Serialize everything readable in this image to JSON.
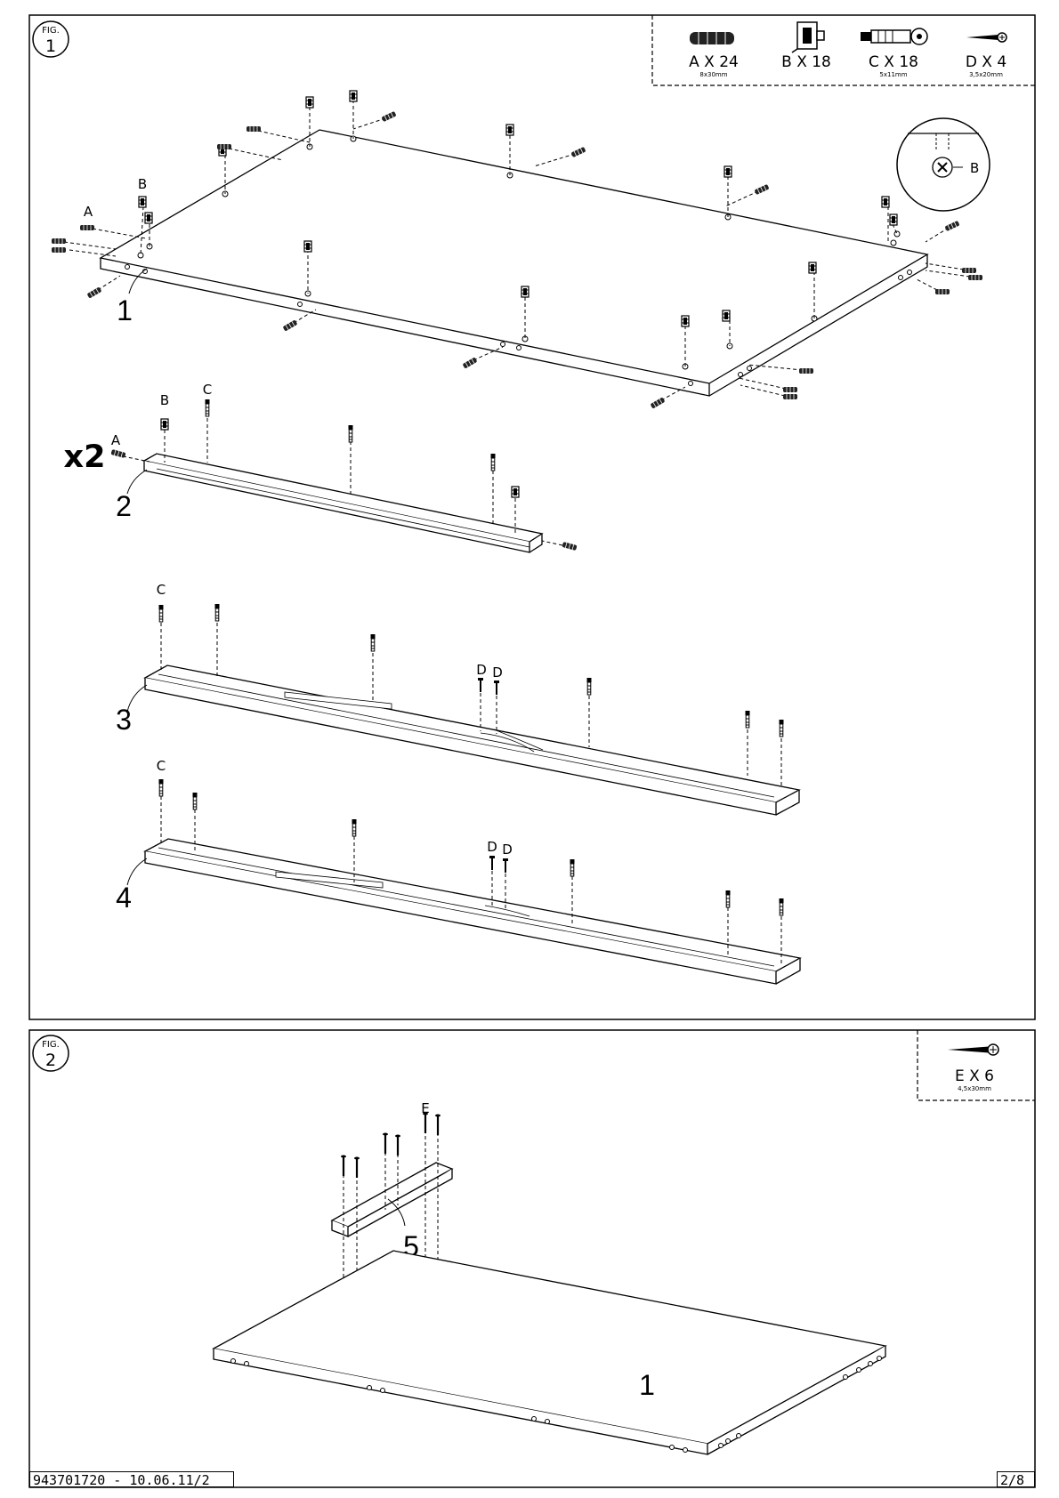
{
  "figures": [
    {
      "badge_top": "FIG.",
      "badge_number": "1",
      "hardware": [
        {
          "letter": "A",
          "qty_label": "A X 24",
          "size": "8x30mm",
          "icon": "wood-dowel-icon"
        },
        {
          "letter": "B",
          "qty_label": "B X 18",
          "size": "",
          "icon": "cam-lock-icon"
        },
        {
          "letter": "C",
          "qty_label": "C X 18",
          "size": "5x11mm",
          "icon": "cam-bolt-icon"
        },
        {
          "letter": "D",
          "qty_label": "D X 4",
          "size": "3,5x20mm",
          "icon": "screw-icon"
        }
      ],
      "detail_label": "B",
      "multiplier": "x2",
      "labels": {
        "a": "A",
        "b": "B",
        "c": "C",
        "d": "D"
      },
      "parts": [
        "1",
        "2",
        "3",
        "4"
      ]
    },
    {
      "badge_top": "FIG.",
      "badge_number": "2",
      "hardware": [
        {
          "letter": "E",
          "qty_label": "E X 6",
          "size": "4,5x30mm",
          "icon": "long-screw-icon"
        }
      ],
      "labels": {
        "e": "E"
      },
      "parts": [
        "5",
        "1"
      ]
    }
  ],
  "footer": {
    "doc_code": "943701720 - 10.06.11/2",
    "page": "2/8"
  },
  "colors": {
    "ink": "#000000",
    "paper": "#ffffff"
  }
}
